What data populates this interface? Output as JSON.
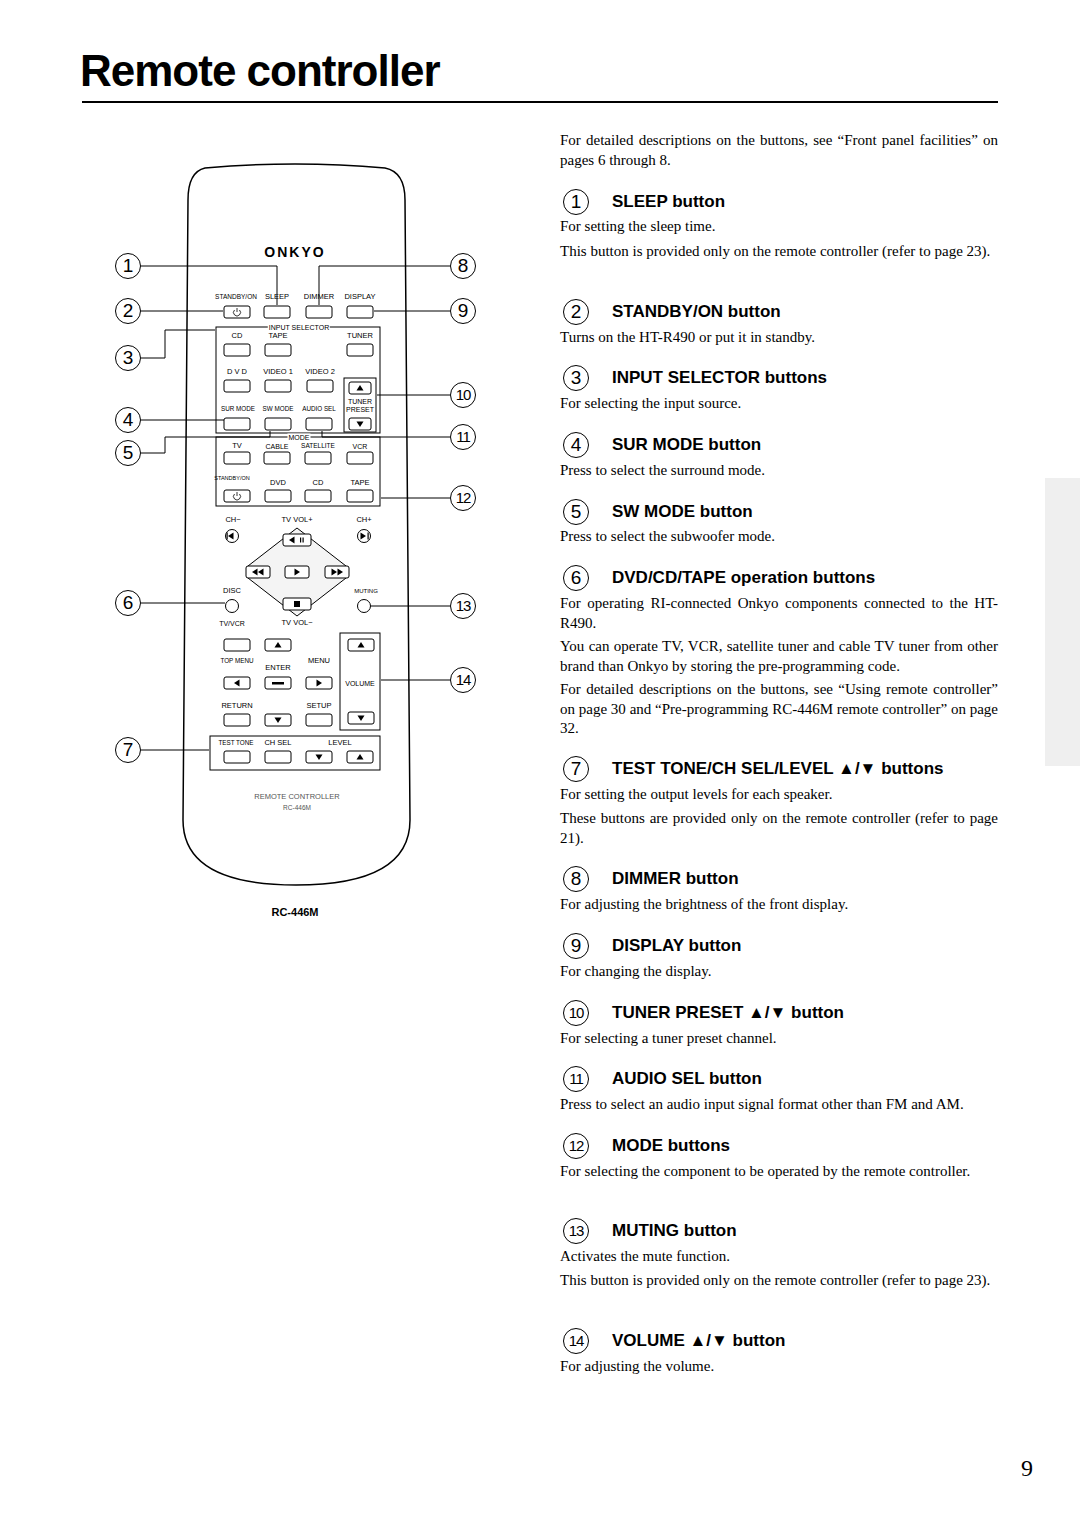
{
  "diagram": {
    "title": "Remote controller",
    "labels": [
      "For detailed descriptions on the buttons, see “Front panel facilities” on pages 6 through 8.",
      "1",
      "SLEEP button",
      "For setting the sleep time.",
      "This button is provided only on the remote controller (refer to page 23).",
      "2",
      "STANDBY/ON button",
      "Turns on the HT-R490 or put it in standby.",
      "3",
      "INPUT SELECTOR buttons",
      "For selecting the input source.",
      "4",
      "SUR MODE button",
      "Press to select the surround mode.",
      "5",
      "SW MODE button",
      "Press to select the subwoofer mode.",
      "6",
      "DVD/CD/TAPE operation buttons",
      "For operating RI-connected Onkyo components connected to the HT-R490.",
      "You can operate TV, VCR, satellite tuner and cable TV tuner from other brand than Onkyo by storing the pre-programming code.",
      "For detailed descriptions on the buttons, see “Using remote controller” on page 30 and “Pre-programming RC-446M remote controller” on page 32.",
      "7",
      "TEST TONE/CH SEL/LEVEL ▲/▼ buttons",
      "For setting the output levels for each speaker.",
      "These buttons are provided only on the remote controller (refer to page 21).",
      "8",
      "DIMMER button",
      "For adjusting the brightness of the front display.",
      "9",
      "DISPLAY button",
      "For changing the display.",
      "10",
      "TUNER PRESET ▲/▼ button",
      "For selecting a tuner preset channel.",
      "11",
      "AUDIO SEL button",
      "Press to select an audio input signal format other than FM and AM.",
      "12",
      "MODE buttons",
      "For selecting the component to be operated by the remote controller.",
      "13",
      "MUTING button",
      "Activates the mute function.",
      "This button is provided only on the remote controller (refer to page 23).",
      "14",
      "VOLUME ▲/▼ button",
      "For adjusting the volume.",
      "ONKYO",
      "STANDBY/ON",
      "SLEEP",
      "DIMMER",
      "DISPLAY",
      "INPUT SELECTOR",
      "CD",
      "TAPE",
      "TUNER",
      "D V D",
      "VIDEO 1",
      "VIDEO 2",
      "TUNER",
      "PRESET",
      "SUR MODE",
      "SW MODE",
      "AUDIO SEL",
      "MODE",
      "TV",
      "CABLE",
      "SATELLITE",
      "VCR",
      "STANDBY/ON",
      "DVD",
      "CD",
      "TAPE",
      "CH−",
      "TV VOL+",
      "CH+",
      "DISC",
      "MUTING",
      "TV/VCR",
      "TV VOL−",
      "TOP MENU",
      "ENTER",
      "MENU",
      "VOLUME",
      "RETURN",
      "SETUP",
      "TEST TONE",
      "CH SEL",
      "LEVEL",
      "REMOTE CONTROLLER",
      "RC-446M",
      "RC-446M",
      "1",
      "2",
      "3",
      "4",
      "5",
      "6",
      "7",
      "8",
      "9",
      "10",
      "11",
      "12",
      "13",
      "14",
      "9"
    ]
  }
}
